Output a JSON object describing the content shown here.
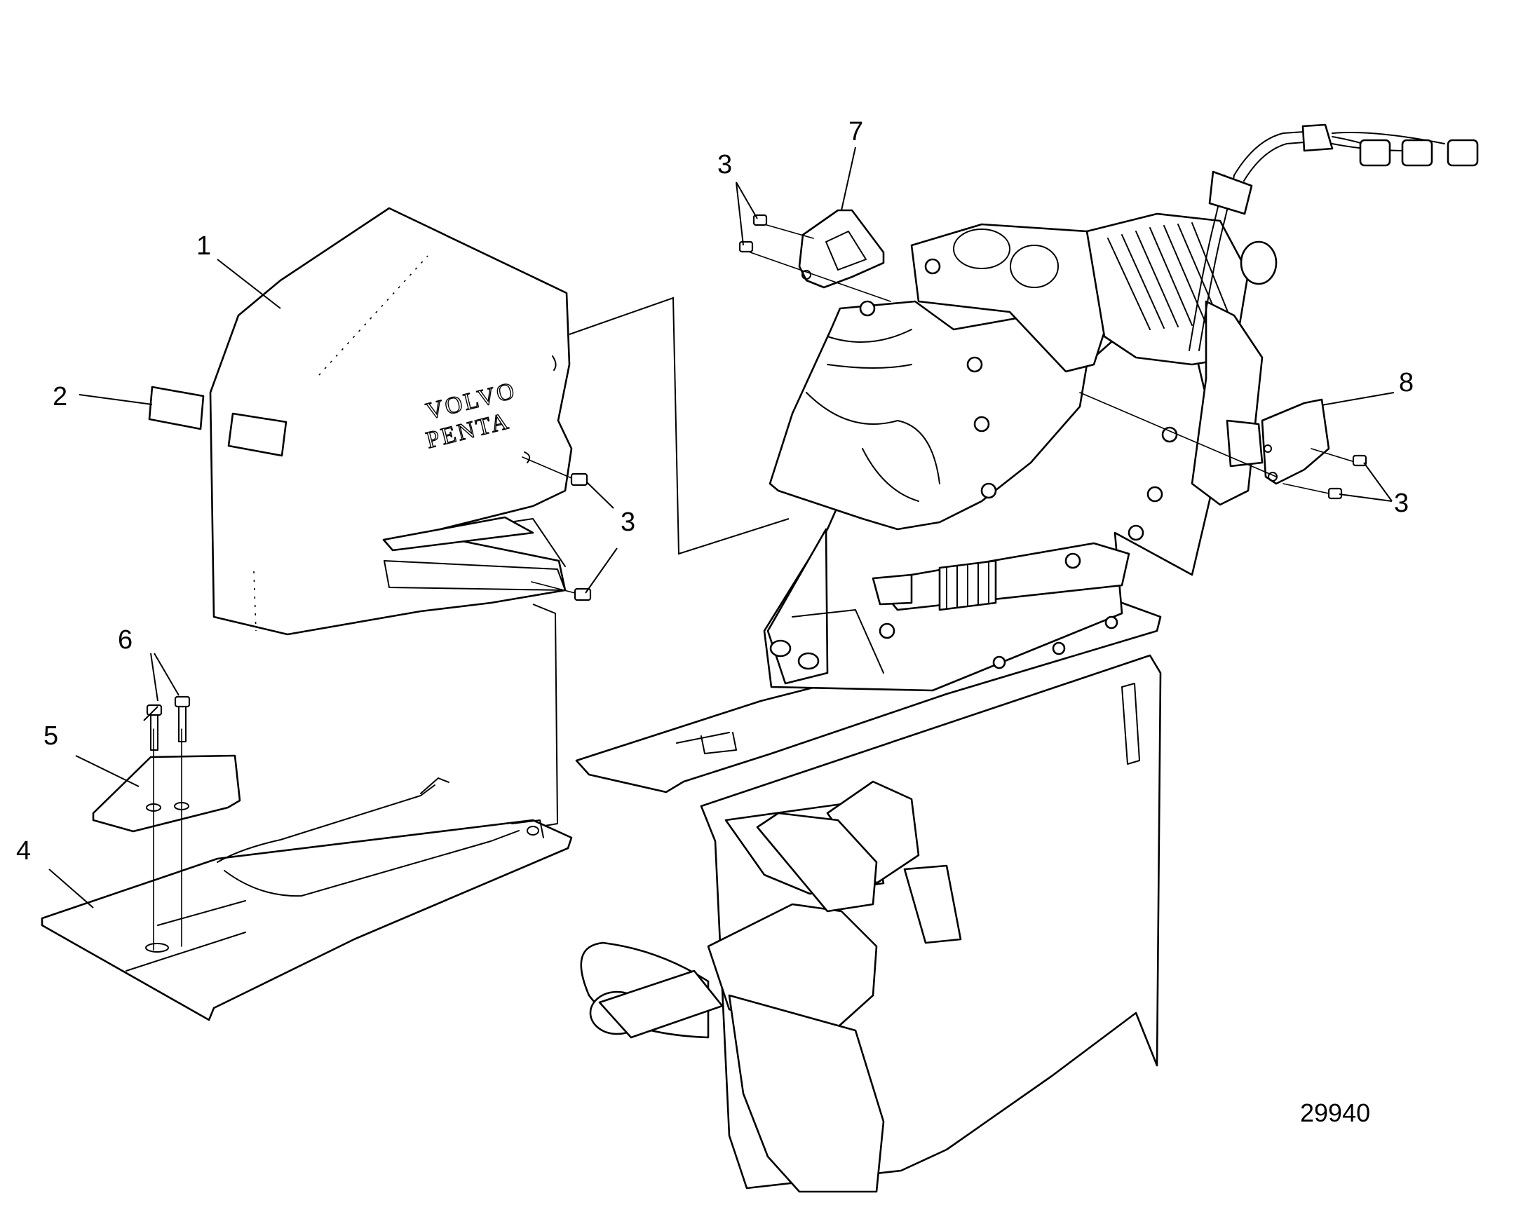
{
  "figure": {
    "number": "29940",
    "brand_text": [
      "VOLVO",
      "PENTA"
    ]
  },
  "callouts": [
    {
      "id": "c1",
      "label": "1",
      "part": "cover"
    },
    {
      "id": "c2",
      "label": "2",
      "part": "decal"
    },
    {
      "id": "c3a",
      "label": "3",
      "part": "screw"
    },
    {
      "id": "c3b",
      "label": "3",
      "part": "screw"
    },
    {
      "id": "c3c",
      "label": "3",
      "part": "screw"
    },
    {
      "id": "c4",
      "label": "4",
      "part": "bottom-plate"
    },
    {
      "id": "c5",
      "label": "5",
      "part": "bracket-plate"
    },
    {
      "id": "c6",
      "label": "6",
      "part": "bolts"
    },
    {
      "id": "c7",
      "label": "7",
      "part": "bracket-left"
    },
    {
      "id": "c8",
      "label": "8",
      "part": "bracket-right"
    }
  ]
}
